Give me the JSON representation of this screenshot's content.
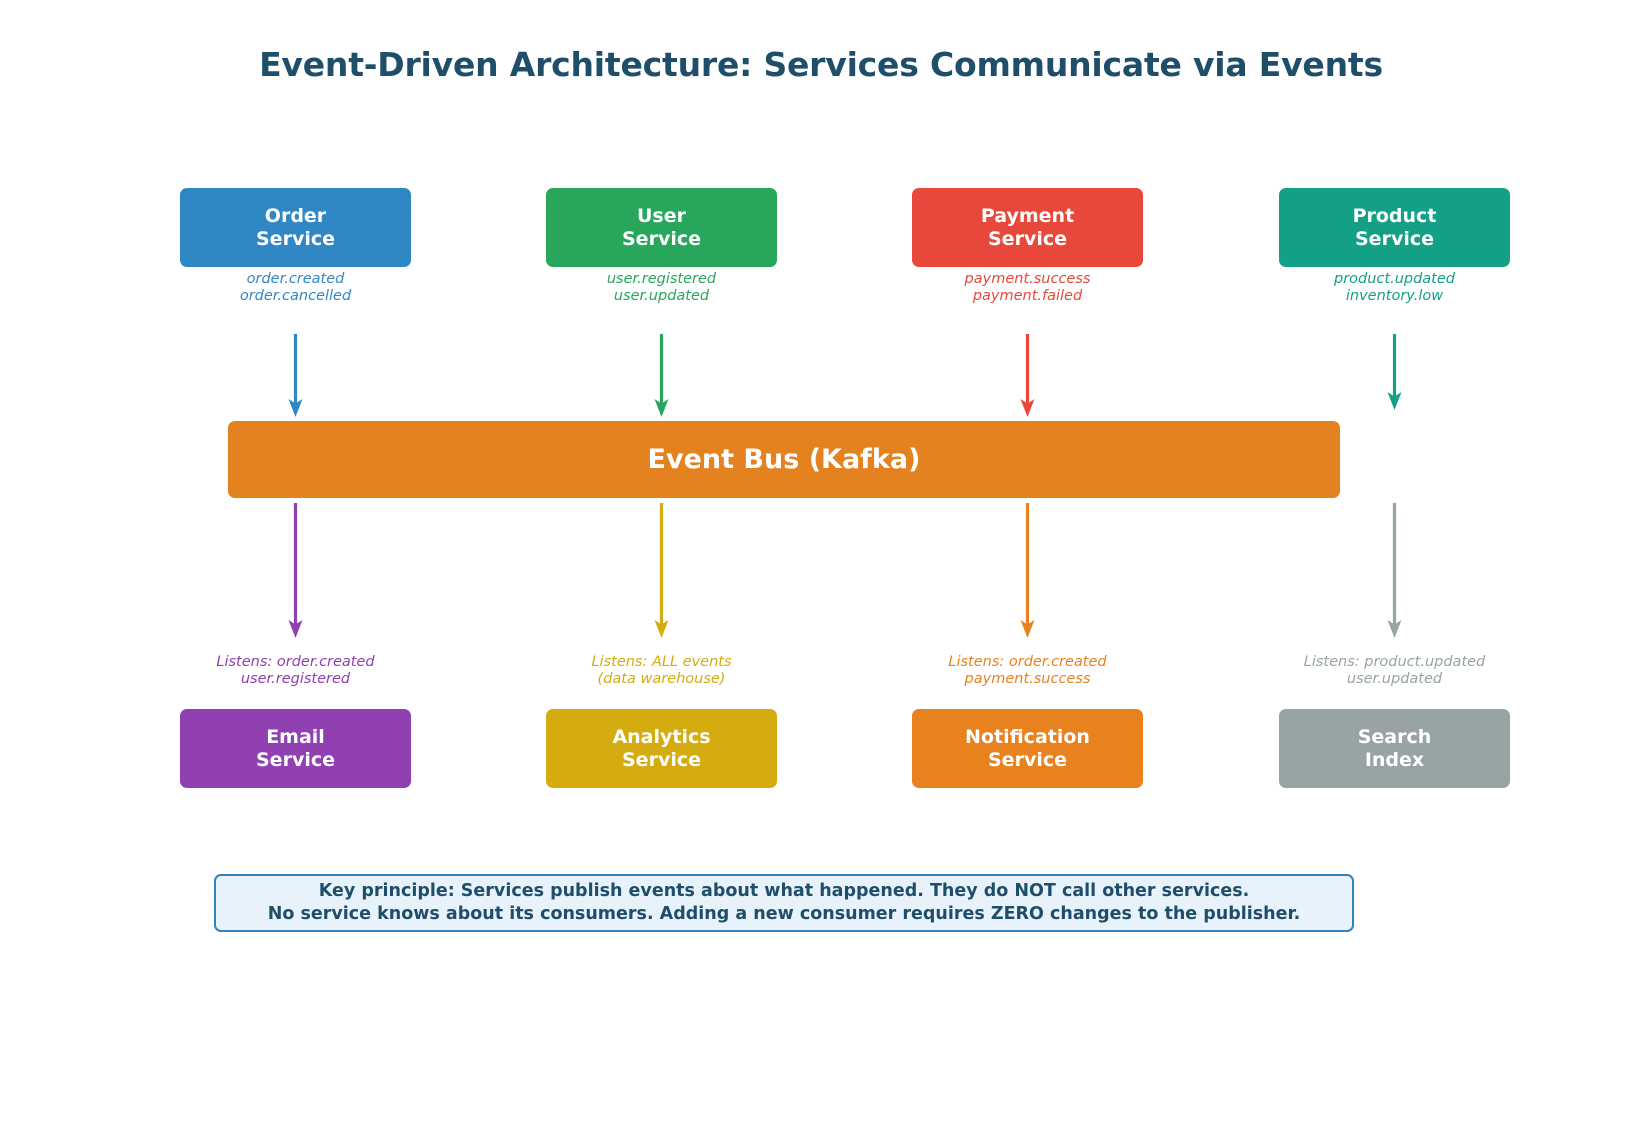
{
  "title": "Event-Driven Architecture: Services Communicate via Events",
  "event_bus": {
    "label": "Event Bus (Kafka)",
    "color": "#e4821f"
  },
  "publishers": [
    {
      "name_line1": "Order",
      "name_line2": "Service",
      "color": "#2f88c4",
      "events_line1": "order.created",
      "events_line2": "order.cancelled",
      "arrow_color": "#2f88c4"
    },
    {
      "name_line1": "User",
      "name_line2": "Service",
      "color": "#27a65c",
      "events_line1": "user.registered",
      "events_line2": "user.updated",
      "arrow_color": "#27a65c"
    },
    {
      "name_line1": "Payment",
      "name_line2": "Service",
      "color": "#e8483c",
      "events_line1": "payment.success",
      "events_line2": "payment.failed",
      "arrow_color": "#e8483c"
    },
    {
      "name_line1": "Product",
      "name_line2": "Service",
      "color": "#14a086",
      "events_line1": "product.updated",
      "events_line2": "inventory.low",
      "arrow_color": "#14a086"
    }
  ],
  "consumers": [
    {
      "name_line1": "Email",
      "name_line2": "Service",
      "color": "#9040b0",
      "listens_line1": "Listens: order.created",
      "listens_line2": "user.registered",
      "arrow_color": "#9040b0"
    },
    {
      "name_line1": "Analytics",
      "name_line2": "Service",
      "color": "#d4ac10",
      "listens_line1": "Listens: ALL events",
      "listens_line2": "(data warehouse)",
      "arrow_color": "#d4ac10"
    },
    {
      "name_line1": "Notification",
      "name_line2": "Service",
      "color": "#e8821e",
      "listens_line1": "Listens: order.created",
      "listens_line2": "payment.success",
      "arrow_color": "#e8821e"
    },
    {
      "name_line1": "Search",
      "name_line2": "Index",
      "color": "#98a4a4",
      "listens_line1": "Listens: product.updated",
      "listens_line2": "user.updated",
      "arrow_color": "#98a4a4"
    }
  ],
  "key_principle": {
    "line1": "Key principle: Services publish events about what happened. They do NOT call other services.",
    "line2": "No service knows about its consumers. Adding a new consumer requires ZERO changes to the publisher.",
    "text_color": "#1f4e6b",
    "background": "#e8f2fa",
    "border_color": "#3082bd"
  }
}
